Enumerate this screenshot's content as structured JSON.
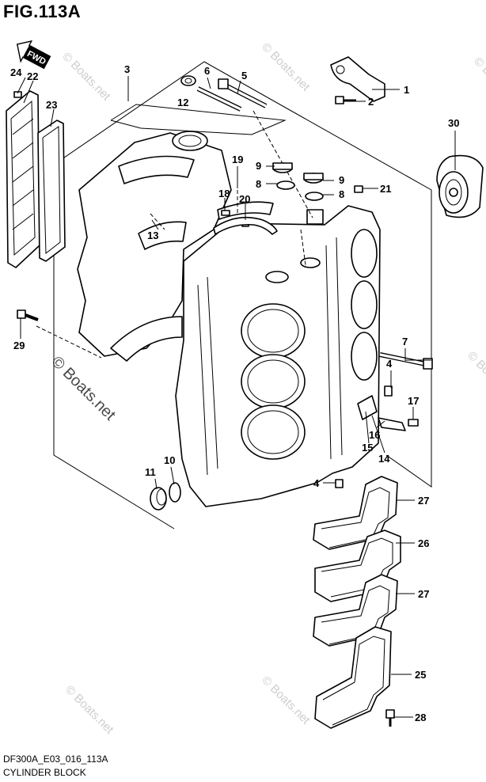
{
  "figure": {
    "title": "FIG.113A",
    "code": "DF300A_E03_016_113A",
    "name": "CYLINDER BLOCK"
  },
  "direction_badge": "FWD",
  "watermark": "© Boats.net",
  "callouts": [
    {
      "id": "c1",
      "label": "1"
    },
    {
      "id": "c2",
      "label": "2"
    },
    {
      "id": "c3",
      "label": "3"
    },
    {
      "id": "c4a",
      "label": "4"
    },
    {
      "id": "c4b",
      "label": "4"
    },
    {
      "id": "c5",
      "label": "5"
    },
    {
      "id": "c6",
      "label": "6"
    },
    {
      "id": "c7",
      "label": "7"
    },
    {
      "id": "c8a",
      "label": "8"
    },
    {
      "id": "c8b",
      "label": "8"
    },
    {
      "id": "c9a",
      "label": "9"
    },
    {
      "id": "c9b",
      "label": "9"
    },
    {
      "id": "c10",
      "label": "10"
    },
    {
      "id": "c11",
      "label": "11"
    },
    {
      "id": "c12",
      "label": "12"
    },
    {
      "id": "c13",
      "label": "13"
    },
    {
      "id": "c14",
      "label": "14"
    },
    {
      "id": "c15",
      "label": "15"
    },
    {
      "id": "c16",
      "label": "16"
    },
    {
      "id": "c17",
      "label": "17"
    },
    {
      "id": "c18",
      "label": "18"
    },
    {
      "id": "c19",
      "label": "19"
    },
    {
      "id": "c20",
      "label": "20"
    },
    {
      "id": "c21",
      "label": "21"
    },
    {
      "id": "c22",
      "label": "22"
    },
    {
      "id": "c23",
      "label": "23"
    },
    {
      "id": "c24",
      "label": "24"
    },
    {
      "id": "c25",
      "label": "25"
    },
    {
      "id": "c26",
      "label": "26"
    },
    {
      "id": "c27a",
      "label": "27"
    },
    {
      "id": "c27b",
      "label": "27"
    },
    {
      "id": "c28",
      "label": "28"
    },
    {
      "id": "c29",
      "label": "29"
    },
    {
      "id": "c30",
      "label": "30"
    }
  ]
}
